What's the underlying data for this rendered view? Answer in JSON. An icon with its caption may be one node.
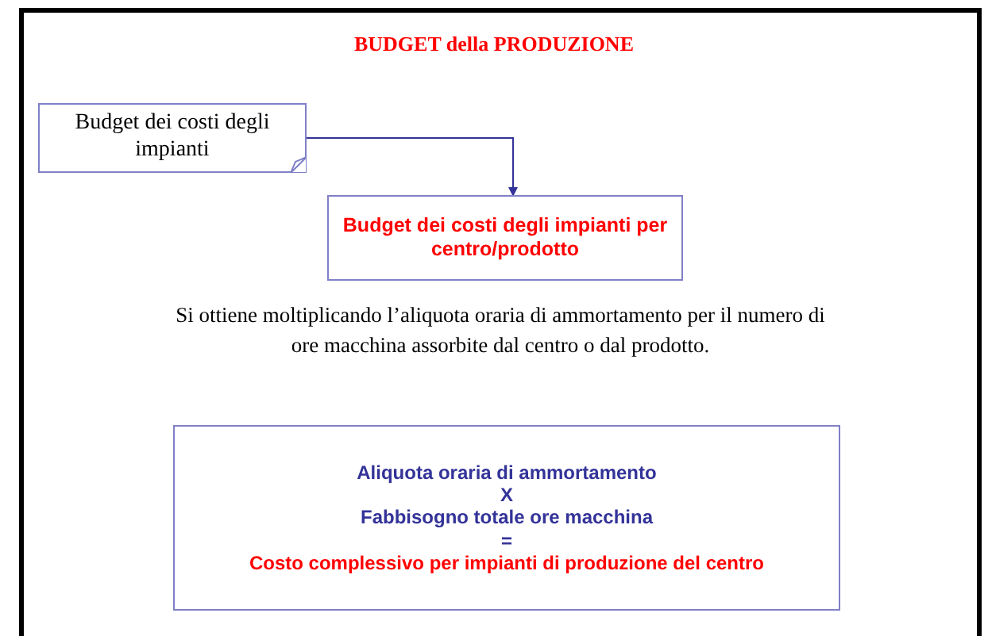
{
  "diagram": {
    "title": "BUDGET della PRODUZIONE",
    "nodes": [
      {
        "text": [
          "Budget dei costi degli impianti"
        ]
      },
      {
        "text": [
          "Budget dei costi degli impianti per centro/prodotto"
        ]
      },
      {
        "text": [
          "Aliquota oraria di ammortamento",
          "X",
          "Fabbisogno totale ore macchina",
          "=",
          "Costo complessivo per impianti di produzione del centro"
        ]
      }
    ],
    "edges": [
      {
        "from": 0,
        "to": 1,
        "arrow": "to"
      }
    ],
    "labels": [
      "Si ottiene moltiplicando l’aliquota oraria di ammortamento per il numero di ore macchina assorbite dal centro o dal prodotto."
    ]
  }
}
